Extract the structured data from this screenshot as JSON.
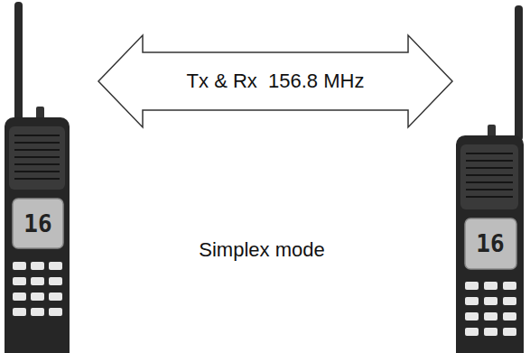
{
  "diagram": {
    "nodes": [
      {
        "text": [
          "Tx & Rx  156.8 MHz"
        ]
      }
    ],
    "labels": [
      "16",
      "16",
      "Simplex mode"
    ]
  }
}
